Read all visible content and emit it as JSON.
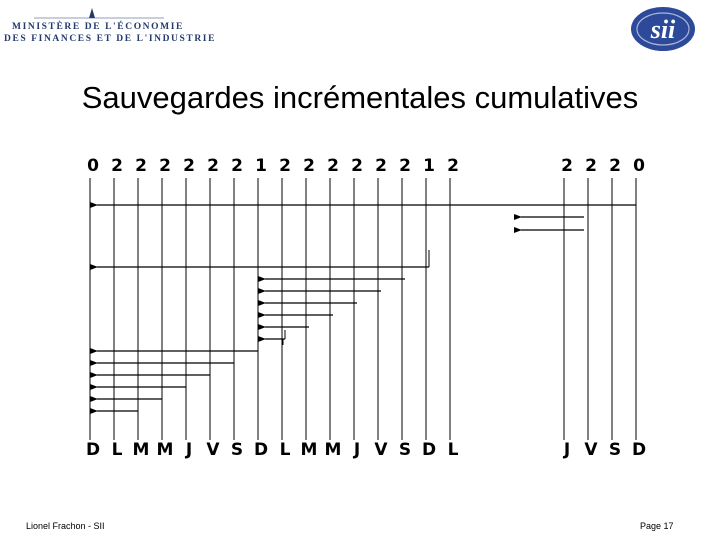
{
  "header": {
    "ministry_line_1": "MINISTÈRE DE L'ÉCONOMIE",
    "ministry_line_2": "DES FINANCES ET DE L'INDUSTRIE",
    "logo_right_text": "sii"
  },
  "title": "Sauvegardes incrémentales cumulatives",
  "diagram": {
    "levels": [
      "0",
      "2",
      "2",
      "2",
      "2",
      "2",
      "2",
      "1",
      "2",
      "2",
      "2",
      "2",
      "2",
      "2",
      "1",
      "2",
      "2",
      "2",
      "2",
      "0"
    ],
    "days": [
      "D",
      "L",
      "M",
      "M",
      "J",
      "V",
      "S",
      "D",
      "L",
      "M",
      "M",
      "J",
      "V",
      "S",
      "D",
      "L",
      "J",
      "V",
      "S",
      "D"
    ]
  },
  "footer": {
    "author": "Lionel Frachon - SII",
    "page": "Page 17"
  },
  "colors": {
    "line": "#000000",
    "ministry_text": "#223a6e",
    "logo_blue": "#2d4a9a"
  }
}
